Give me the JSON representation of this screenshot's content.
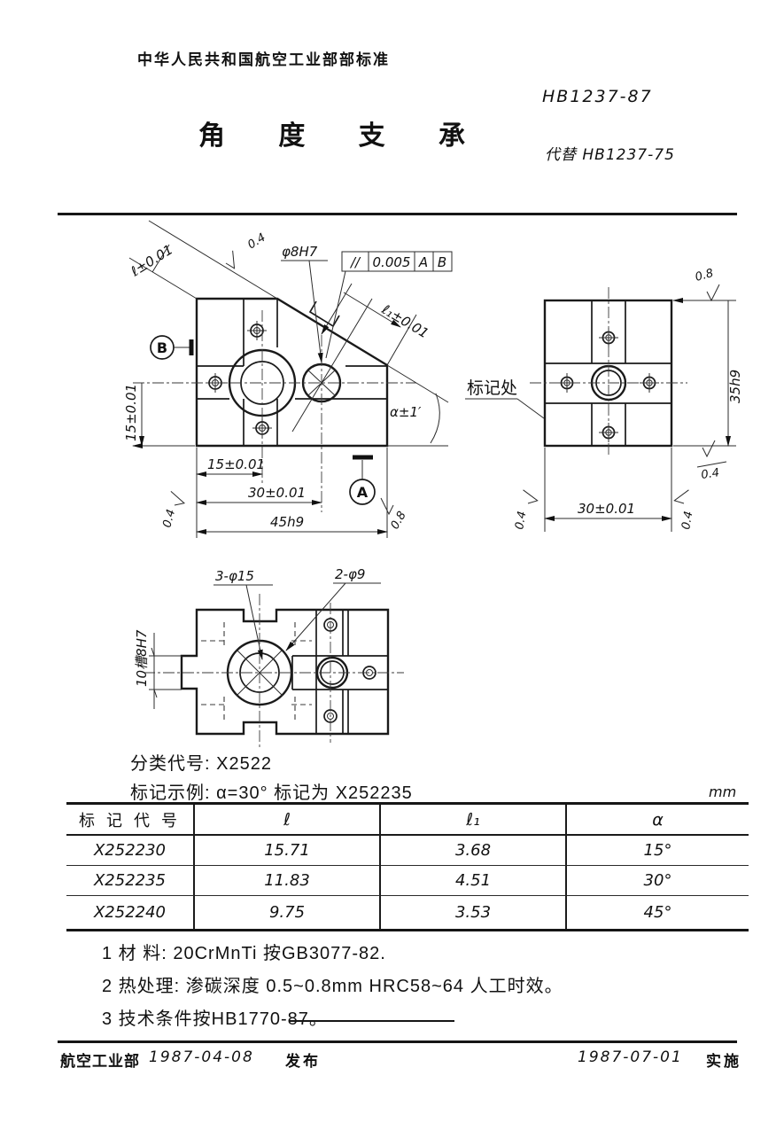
{
  "header": {
    "org": "中华人民共和国航空工业部部标准",
    "number": "HB1237-87",
    "title": "角 度 支 承",
    "replaces": "代替 HB1237-75"
  },
  "drawing": {
    "front": {
      "dim_l": "ℓ±0.01",
      "rough_top": "0.4",
      "hole_label": "φ8H7",
      "fcf_symbol": "//",
      "fcf_value": "0.005",
      "fcf_datum1": "A",
      "fcf_datum2": "B",
      "dim_l1": "ℓ₁±0.01",
      "datum_b": "B",
      "dim_15_v": "15±0.01",
      "angle": "α±1′",
      "dim_15_h": "15±0.01",
      "datum_a": "A",
      "dim_30": "30±0.01",
      "dim_45": "45h9",
      "rough_left": "0.4",
      "rough_right": "0.8"
    },
    "side": {
      "rough_top": "0.8",
      "dim_35": "35h9",
      "marking": "标记处",
      "rough_mid": "0.4",
      "dim_30": "30±0.01",
      "rough_left": "0.4",
      "rough_right": "0.4"
    },
    "top": {
      "holes_15": "3-φ15",
      "holes_9": "2-φ9",
      "slot": "10槽8H7"
    }
  },
  "classification": {
    "code_line": "分类代号: X2522",
    "example_line": "标记示例: α=30°  标记为 X252235",
    "unit": "mm"
  },
  "table": {
    "headers": [
      "标 记 代 号",
      "ℓ",
      "ℓ₁",
      "α"
    ],
    "rows": [
      [
        "X252230",
        "15.71",
        "3.68",
        "15°"
      ],
      [
        "X252235",
        "11.83",
        "4.51",
        "30°"
      ],
      [
        "X252240",
        "9.75",
        "3.53",
        "45°"
      ]
    ]
  },
  "notes": [
    "1 材  料: 20CrMnTi 按GB3077-82.",
    "2 热处理: 渗碳深度 0.5~0.8mm  HRC58~64 人工时效。",
    "3 技术条件按HB1770-87。"
  ],
  "footer": {
    "org": "航空工业部",
    "issue_date": "1987-04-08",
    "issue_label": "发布",
    "impl_date": "1987-07-01",
    "impl_label": "实施"
  }
}
